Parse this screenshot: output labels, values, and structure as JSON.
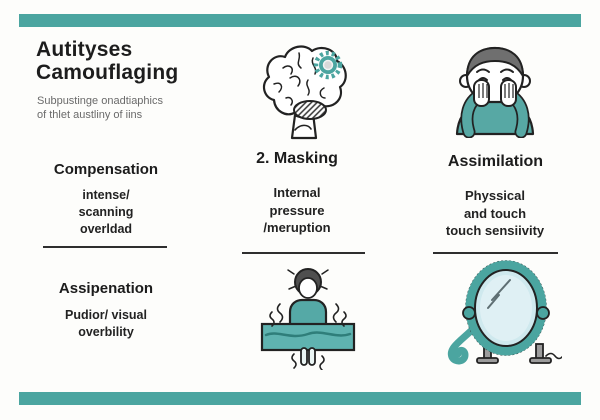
{
  "palette": {
    "teal": "#4BA5A0",
    "teal_dark": "#2F7E7A",
    "glass_blue": "#CFE9EE",
    "ink": "#1F1F1F",
    "gray_text": "#6A6A6A",
    "hair_gray": "#6F6F6F",
    "background": "#FDFDFB"
  },
  "header": {
    "title_line1": "Autityses",
    "title_line2": "Camouflaging",
    "subtitle_line1": "Subpustinge onadtiaphics",
    "subtitle_line2": "of thlet austliny of iins"
  },
  "sections": [
    {
      "id": "compensation",
      "heading": "Compensation",
      "lines": [
        "intense/",
        "scanning",
        "overldad"
      ]
    },
    {
      "id": "masking",
      "heading": "2. Masking",
      "lines": [
        "Internal",
        "pressure",
        "/meruption"
      ]
    },
    {
      "id": "assimilation",
      "heading": "Assimilation",
      "lines": [
        "Physsical",
        "and touch",
        "touch sensiivity"
      ]
    },
    {
      "id": "assipenation",
      "heading": "Assipenation",
      "lines": [
        "Pudior/ visual",
        "overbility"
      ]
    }
  ],
  "icons": {
    "brain_gear": "brain with gear icon",
    "person_covering_face": "person covering face icon",
    "person_at_table": "stressed person at table icon",
    "ornate_mirror": "ornate standing mirror icon"
  }
}
